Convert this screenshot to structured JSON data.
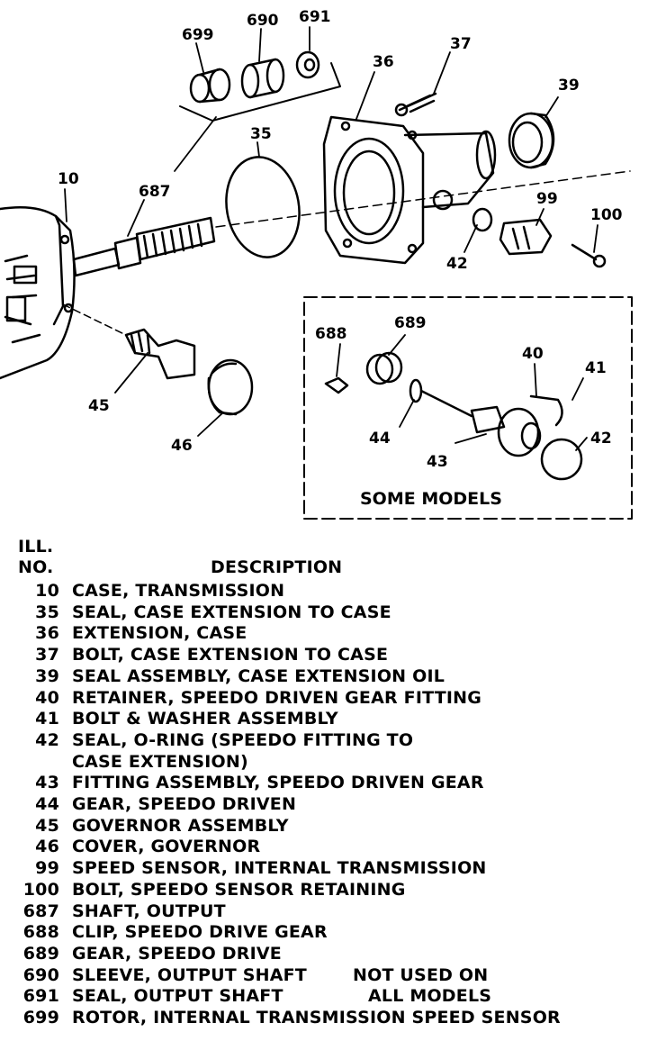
{
  "callouts": {
    "c699": "699",
    "c690": "690",
    "c691": "691",
    "c37": "37",
    "c36": "36",
    "c39": "39",
    "c35": "35",
    "c10": "10",
    "c687": "687",
    "c99": "99",
    "c100": "100",
    "c42": "42",
    "c688": "688",
    "c689": "689",
    "c40": "40",
    "c41": "41",
    "c44": "44",
    "c42b": "42",
    "c43": "43",
    "c45": "45",
    "c46": "46"
  },
  "inset_label": "SOME MODELS",
  "legend": {
    "header_ill": "ILL.",
    "header_no": "NO.",
    "header_desc": "DESCRIPTION",
    "items": [
      {
        "no": "10",
        "desc": "CASE, TRANSMISSION"
      },
      {
        "no": "35",
        "desc": "SEAL, CASE EXTENSION TO CASE"
      },
      {
        "no": "36",
        "desc": "EXTENSION, CASE"
      },
      {
        "no": "37",
        "desc": "BOLT, CASE EXTENSION TO CASE"
      },
      {
        "no": "39",
        "desc": "SEAL ASSEMBLY, CASE EXTENSION OIL"
      },
      {
        "no": "40",
        "desc": "RETAINER, SPEEDO DRIVEN GEAR FITTING"
      },
      {
        "no": "41",
        "desc": "BOLT & WASHER ASSEMBLY"
      },
      {
        "no": "42",
        "desc": "SEAL, O-RING (SPEEDO FITTING TO"
      },
      {
        "no": "",
        "desc": "CASE EXTENSION)"
      },
      {
        "no": "43",
        "desc": "FITTING ASSEMBLY, SPEEDO DRIVEN GEAR"
      },
      {
        "no": "44",
        "desc": "GEAR, SPEEDO DRIVEN"
      },
      {
        "no": "45",
        "desc": "GOVERNOR ASSEMBLY"
      },
      {
        "no": "46",
        "desc": "COVER, GOVERNOR"
      },
      {
        "no": "99",
        "desc": "SPEED SENSOR, INTERNAL TRANSMISSION"
      },
      {
        "no": "100",
        "desc": "BOLT, SPEEDO SENSOR RETAINING"
      },
      {
        "no": "687",
        "desc": "SHAFT, OUTPUT"
      },
      {
        "no": "688",
        "desc": "CLIP, SPEEDO DRIVE GEAR"
      },
      {
        "no": "689",
        "desc": "GEAR, SPEEDO DRIVE"
      },
      {
        "no": "690",
        "desc": "SLEEVE, OUTPUT SHAFT"
      },
      {
        "no": "691",
        "desc": "SEAL, OUTPUT SHAFT"
      },
      {
        "no": "699",
        "desc": "ROTOR, INTERNAL TRANSMISSION SPEED SENSOR"
      }
    ],
    "note_line1": "NOT USED ON",
    "note_line2": "ALL MODELS"
  }
}
